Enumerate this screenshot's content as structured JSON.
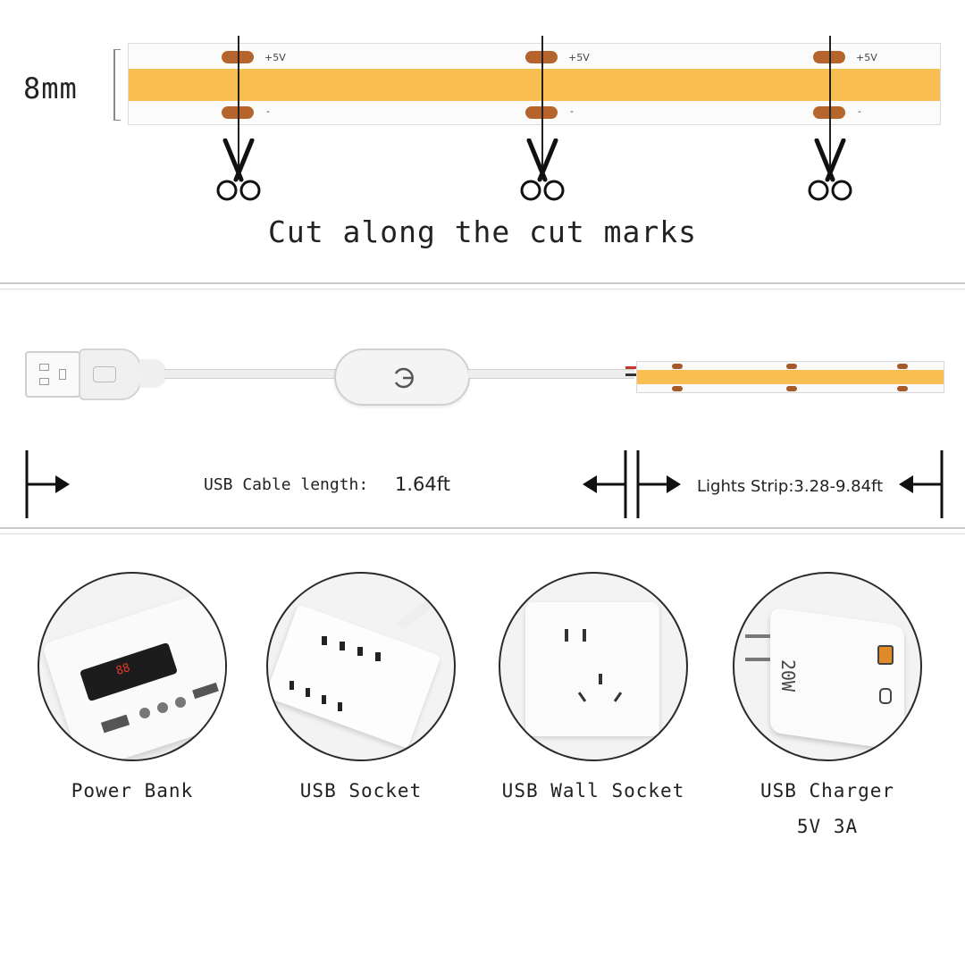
{
  "top": {
    "size_label": "8mm",
    "pad_plus_label": "+5V",
    "pad_minus_label": "-",
    "cut_caption": "Cut along the cut marks",
    "icons": [
      "scissors-icon",
      "scissors-icon",
      "scissors-icon"
    ]
  },
  "middle": {
    "cable_label": "USB Cable length:",
    "cable_value": "1.64ft",
    "strip_label": "Lights Strip:3.28-9.84ft",
    "icons": [
      "usb-plug-icon",
      "power-switch-icon",
      "arrow-icon"
    ]
  },
  "power_sources": [
    {
      "label": "Power Bank",
      "label2": "",
      "icon": "power-bank-icon"
    },
    {
      "label": "USB Socket",
      "label2": "",
      "icon": "usb-socket-icon"
    },
    {
      "label": "USB Wall Socket",
      "label2": "",
      "icon": "wall-socket-icon"
    },
    {
      "label": "USB Charger",
      "label2": "5V 3A",
      "icon": "usb-charger-icon",
      "charger_text": "20W"
    }
  ],
  "colors": {
    "cob": "#f8be52",
    "pad": "#b5652c",
    "line": "#222222"
  }
}
